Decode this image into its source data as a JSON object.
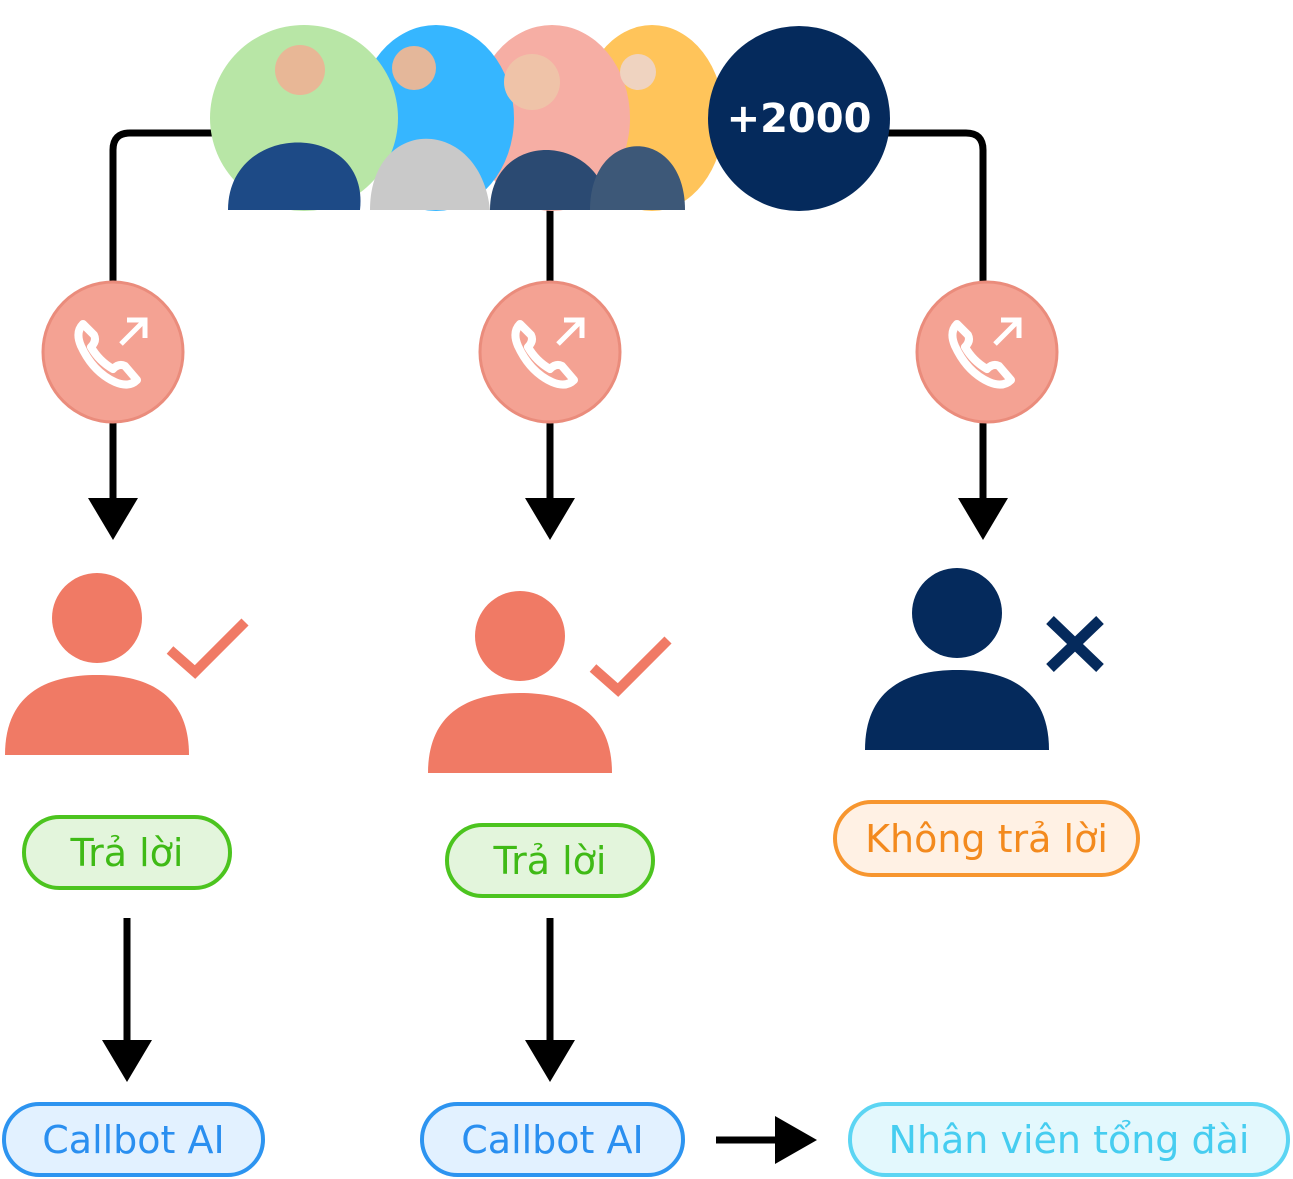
{
  "people": {
    "count_label": "+2000",
    "avatar_colors": [
      "#b8e6a6",
      "#36b6ff",
      "#f6aea4",
      "#ffc45a"
    ]
  },
  "call_icon": "phone-outgoing-icon",
  "branches": [
    {
      "status": "answered",
      "label": "Trả lời",
      "next": "Callbot AI"
    },
    {
      "status": "answered",
      "label": "Trả lời",
      "next": "Callbot AI",
      "then": "Nhân viên tổng đài"
    },
    {
      "status": "not-answered",
      "label": "Không trả lời"
    }
  ],
  "colors": {
    "answered": "#f07a65",
    "not_answered": "#052a5c",
    "phone": "#f4a293"
  }
}
